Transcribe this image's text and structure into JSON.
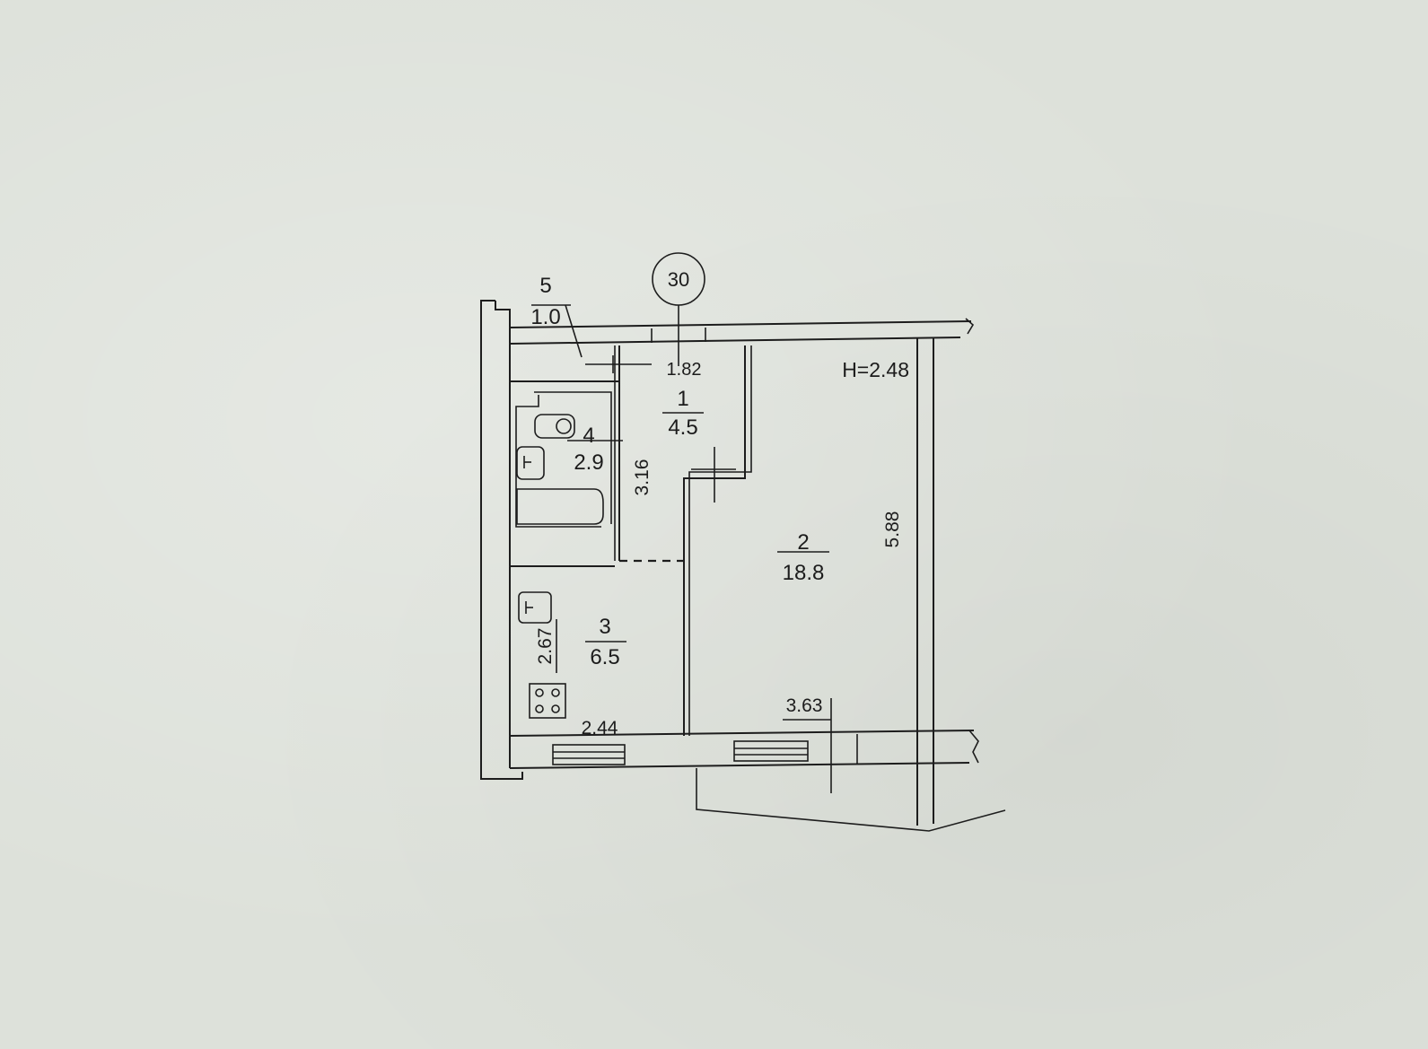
{
  "plan": {
    "apartment_number": "30",
    "ceiling_height": "H=2.48",
    "rooms": [
      {
        "number": "1",
        "area": "4.5"
      },
      {
        "number": "2",
        "area": "18.8"
      },
      {
        "number": "3",
        "area": "6.5"
      },
      {
        "number": "4",
        "area": "2.9"
      },
      {
        "number": "5",
        "area": "1.0"
      }
    ],
    "dimensions": {
      "corridor_width": "1.82",
      "bathroom_length": "3.16",
      "room_length": "5.88",
      "room_width": "3.63",
      "kitchen_length": "2.67",
      "kitchen_width": "2.44"
    },
    "fixtures": [
      "toilet-icon",
      "sink-icon",
      "bathtub-icon",
      "kitchen-sink-icon",
      "stove-icon"
    ]
  }
}
